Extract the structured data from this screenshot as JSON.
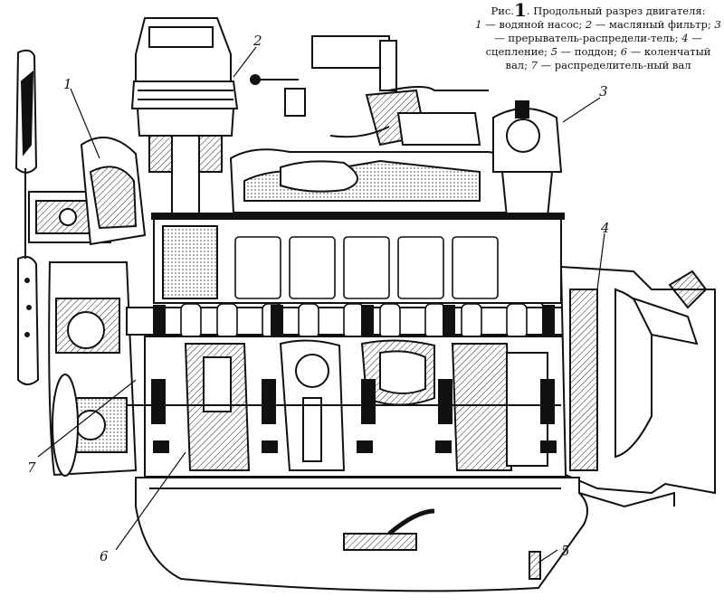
{
  "caption": {
    "prefix": "Рис.",
    "number": "1",
    "title": "Продольный разрез двигателя:",
    "items": [
      {
        "n": "1",
        "text": " — водяной насос; "
      },
      {
        "n": "2",
        "text": " — масляный фильтр; "
      },
      {
        "n": "3",
        "text": " — прерыватель-распредели-тель; "
      },
      {
        "n": "4",
        "text": " — сцепление; "
      },
      {
        "n": "5",
        "text": " — поддон; "
      },
      {
        "n": "6",
        "text": " — коленчатый вал; "
      },
      {
        "n": "7",
        "text": " — распределитель-ный вал"
      }
    ]
  },
  "callouts": [
    "1",
    "2",
    "3",
    "4",
    "5",
    "6",
    "7",
    "7"
  ]
}
